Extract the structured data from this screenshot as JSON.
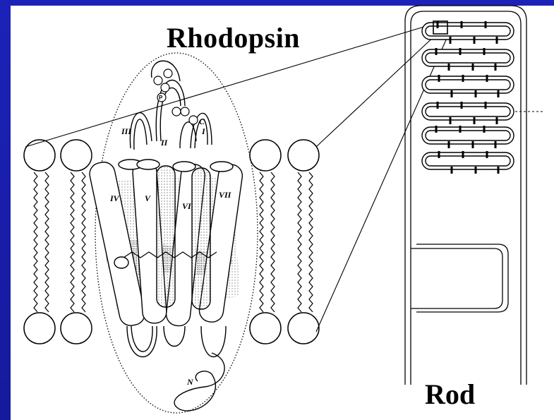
{
  "title": "Rhodopsin",
  "rod_label": "Rod",
  "helix_labels": [
    "III",
    "II",
    "I",
    "IV",
    "V",
    "VI",
    "VII"
  ],
  "loop_labels": [
    "C",
    "N"
  ],
  "phosphate_label": "P"
}
